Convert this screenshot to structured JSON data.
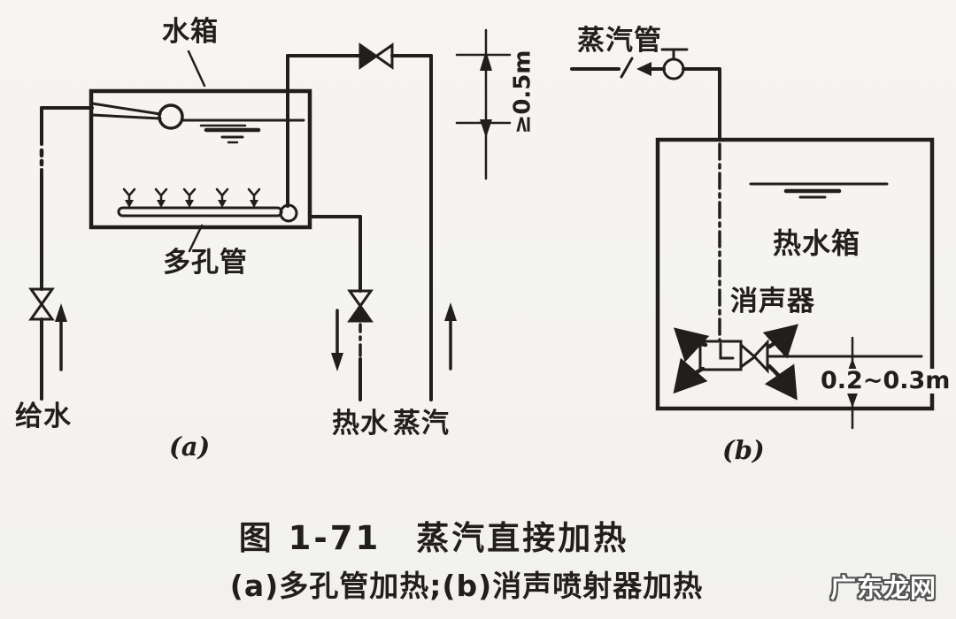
{
  "figure": {
    "caption_title": "图 1-71　蒸汽直接加热",
    "caption_sub": "(a)多孔管加热;(b)消声喷射器加热",
    "watermark": "广东龙网",
    "ink_color": "#211e1b",
    "paper_color": "#f5f4f1"
  },
  "diagram_a": {
    "panel_label": "(a)",
    "tank_label": "水箱",
    "perforated_pipe_label": "多孔管",
    "feed_water_label": "给水",
    "hot_water_label": "热水",
    "steam_label": "蒸汽",
    "water_level_dimension": "≥0.5m"
  },
  "diagram_b": {
    "panel_label": "(b)",
    "steam_pipe_label": "蒸汽管",
    "tank_label": "热水箱",
    "silencer_label": "消声器",
    "submergence_dimension": "0.2~0.3m"
  }
}
